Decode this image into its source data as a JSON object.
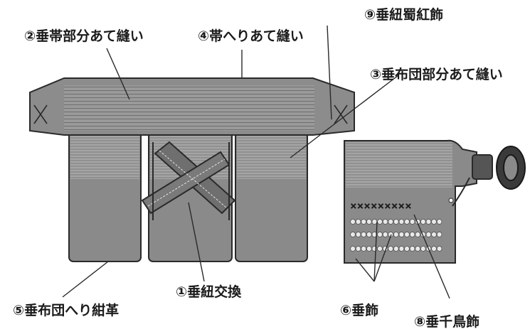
{
  "labels": {
    "tare_himo_swap": "①垂紐交換",
    "tare_obi_patch": "②垂帯部分あて縫い",
    "tare_futon_patch": "③垂布団部分あて縫い",
    "obi_edge_patch": "④帯へりあて縫い",
    "tare_futon_edge_leather": "⑤垂布団へり紺革",
    "tare_decoration": "⑥垂飾",
    "tare_chidori_decoration": "⑧垂千鳥飾",
    "tare_himo_shoku_decoration": "⑨垂紐蜀紅飾"
  },
  "colors": {
    "cloth_dark": "#707070",
    "cloth_mid": "#8a8a8a",
    "cloth_light": "#9b9b9b",
    "band_light": "#b8b8b8",
    "line": "#2a2a2a",
    "stitch": "#e6e6e6"
  },
  "icons": {
    "x_mark_left": "x-mark",
    "x_mark_right": "x-mark",
    "cord_loop": "knot"
  }
}
